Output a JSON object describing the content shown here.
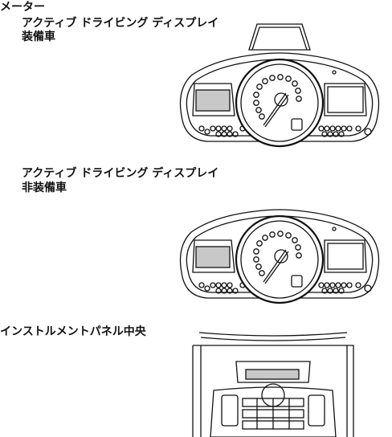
{
  "section_meter": {
    "title": "メーター",
    "variant_with_ad": [
      "アクティブ ドライビング ディスプレイ",
      "装備車"
    ],
    "variant_without_ad": [
      "アクティブ ドライビング ディスプレイ",
      "非装備車"
    ]
  },
  "section_panel": {
    "title": "インストルメントパネル中央"
  },
  "icons": [
    "hud-unit-icon",
    "instrument-cluster-icon",
    "center-panel-icon"
  ],
  "colors": {
    "line": "#111111",
    "display_fill": "#c8c8c8",
    "background": "#ffffff"
  }
}
